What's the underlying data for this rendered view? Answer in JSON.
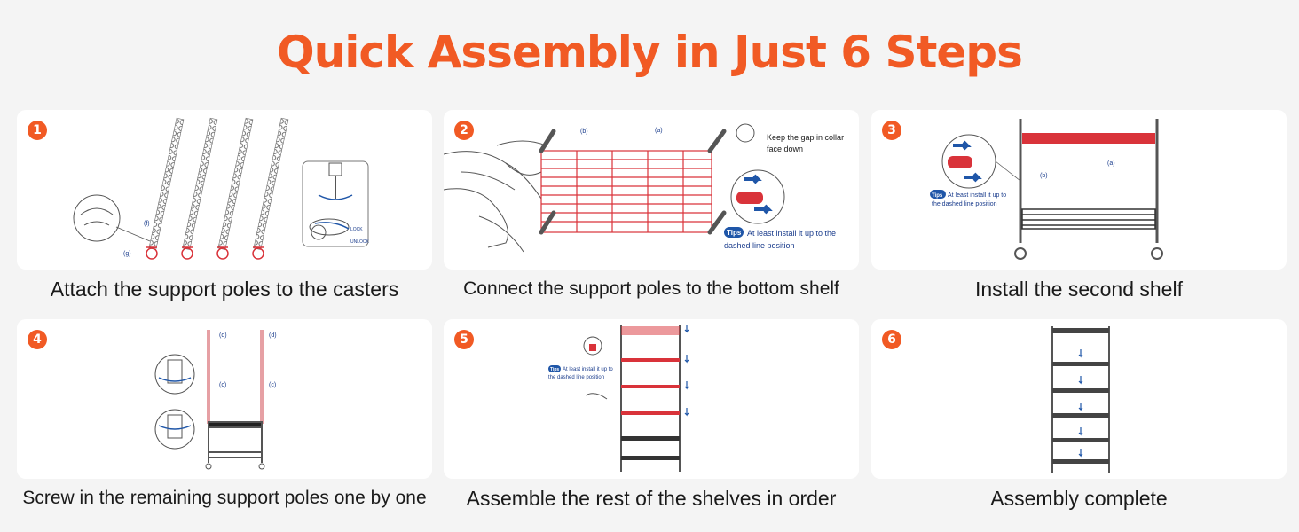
{
  "title": "Quick Assembly in Just 6 Steps",
  "colors": {
    "accent": "#f15a24",
    "shelf_red": "#d9333a",
    "blue": "#1f56a8"
  },
  "steps": [
    {
      "number": "1",
      "caption": "Attach the support poles to the casters",
      "labels": {
        "f": "(f)",
        "g": "(g)",
        "lock": "LOCK",
        "unlock": "UNLOCK"
      }
    },
    {
      "number": "2",
      "caption": "Connect the support poles to the bottom shelf",
      "labels": {
        "b": "(b)",
        "a": "(a)",
        "gap_line1": "Keep the gap in collar",
        "gap_line2": "face down",
        "tips": "Tips",
        "tip_line1": "At least install it up to the",
        "tip_line2": "dashed line position"
      }
    },
    {
      "number": "3",
      "caption": "Install the second shelf",
      "labels": {
        "a": "(a)",
        "b": "(b)",
        "tips": "Tips",
        "tip_line1": "At least install it up to",
        "tip_line2": "the dashed line position"
      }
    },
    {
      "number": "4",
      "caption": "Screw in the remaining support poles one by one",
      "labels": {
        "d": "(d)",
        "c": "(c)"
      }
    },
    {
      "number": "5",
      "caption": "Assemble the rest of the shelves in order",
      "labels": {
        "tips": "Tips",
        "tip_line1": "At least install it up to",
        "tip_line2": "the dashed line position"
      }
    },
    {
      "number": "6",
      "caption": "Assembly complete"
    }
  ]
}
